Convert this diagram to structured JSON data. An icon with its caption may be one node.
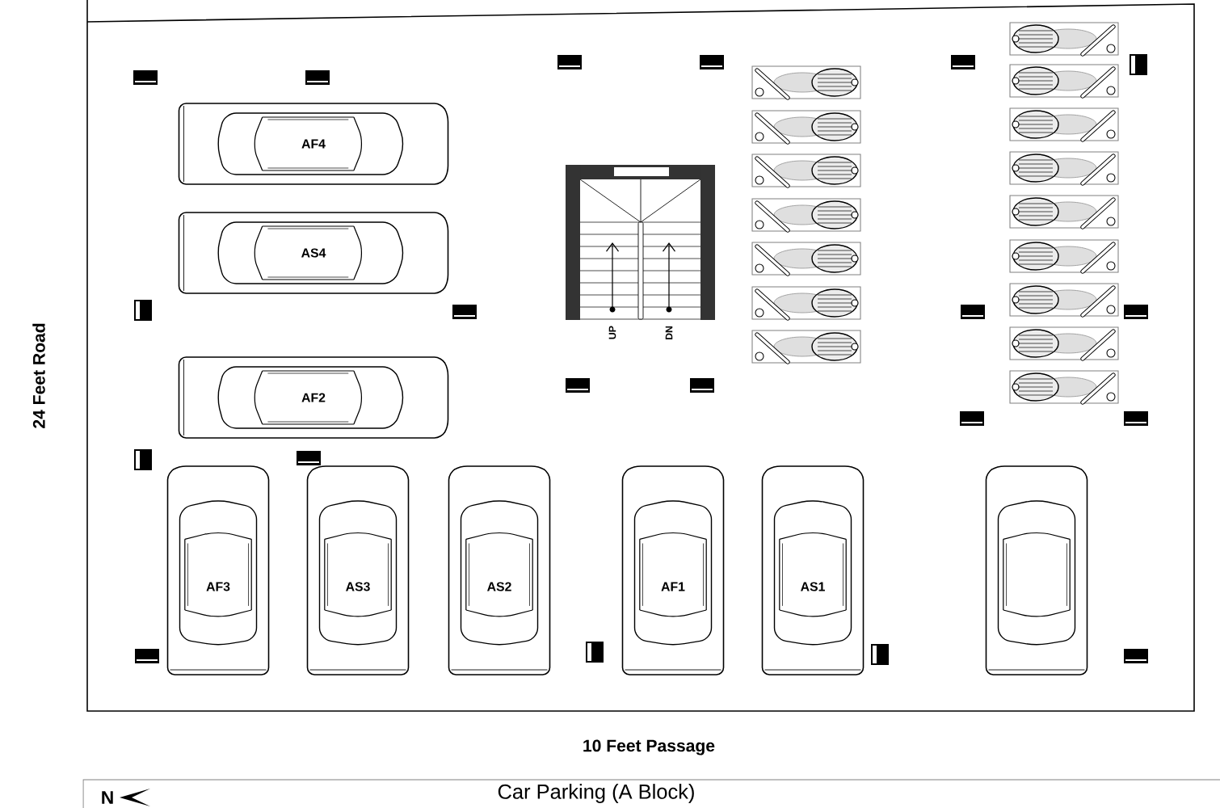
{
  "diagram": {
    "title": "Car Parking (A Block)",
    "nodes": [
      {
        "text": [
          "AF4"
        ]
      },
      {
        "text": [
          "AS4"
        ]
      },
      {
        "text": [
          "AF2"
        ]
      },
      {
        "text": [
          "AF3"
        ]
      },
      {
        "text": [
          "AS3"
        ]
      },
      {
        "text": [
          "AS2"
        ]
      },
      {
        "text": [
          "AF1"
        ]
      },
      {
        "text": [
          "AS1"
        ]
      },
      {
        "text": [],
        "shape": "picture"
      },
      {
        "text": [],
        "shape": "picture"
      },
      {
        "text": [],
        "shape": "picture"
      },
      {
        "text": [],
        "shape": "picture"
      },
      {
        "text": [],
        "shape": "picture"
      },
      {
        "text": [],
        "shape": "picture"
      },
      {
        "text": [],
        "shape": "picture"
      },
      {
        "text": [],
        "shape": "picture"
      },
      {
        "text": [],
        "shape": "picture"
      },
      {
        "text": [],
        "shape": "picture"
      },
      {
        "text": [],
        "shape": "picture"
      },
      {
        "text": [],
        "shape": "picture"
      },
      {
        "text": [],
        "shape": "picture"
      },
      {
        "text": [],
        "shape": "picture"
      },
      {
        "text": [],
        "shape": "picture"
      },
      {
        "text": [],
        "shape": "picture"
      },
      {
        "text": [],
        "shape": "picture"
      }
    ],
    "edges": [],
    "labels": [
      "UP",
      "DN",
      "24 Feet Road",
      "10 Feet Passage",
      "N"
    ]
  }
}
